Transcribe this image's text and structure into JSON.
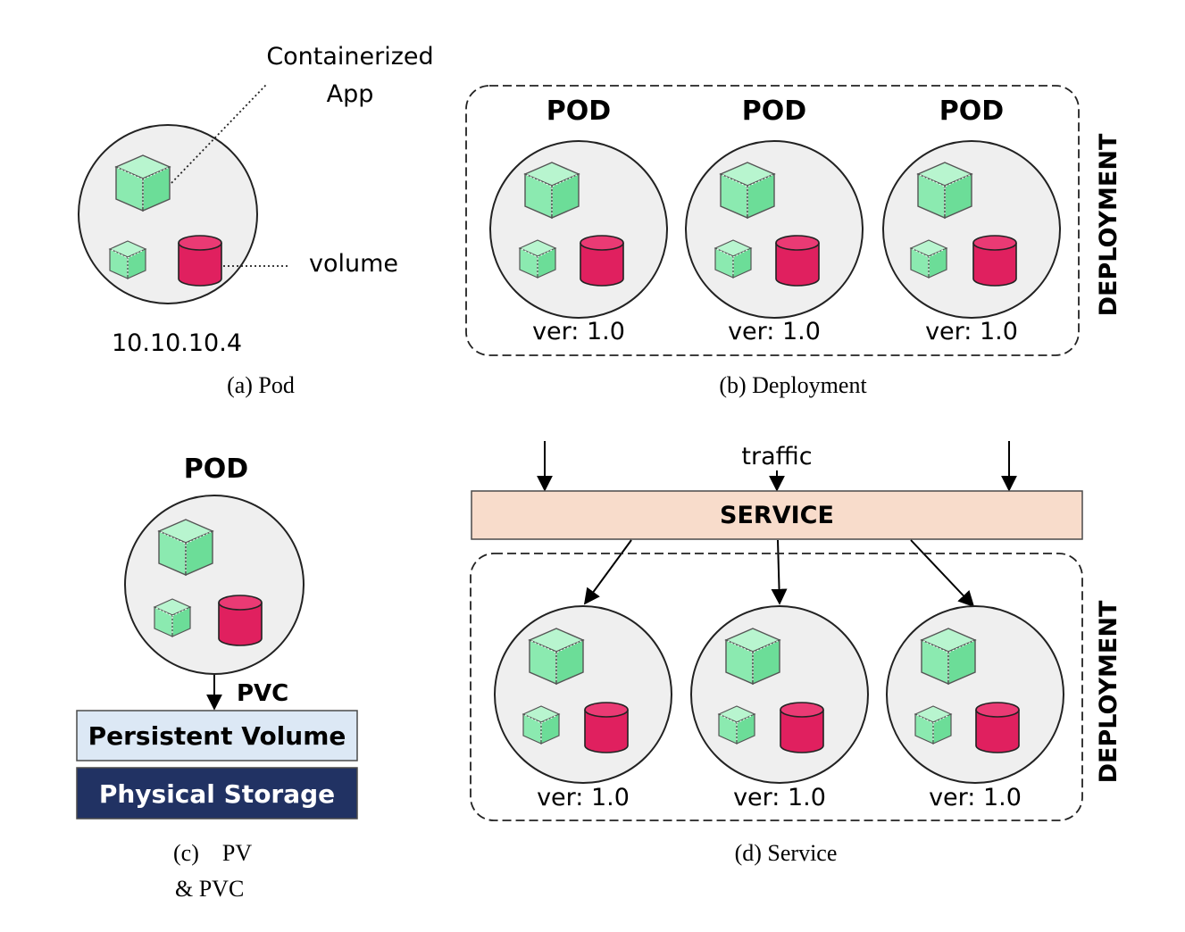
{
  "panel_a": {
    "annotation_app_line1": "Containerized",
    "annotation_app_line2": "App",
    "annotation_volume": "volume",
    "ip": "10.10.10.4",
    "caption": "(a) Pod"
  },
  "panel_b": {
    "pod_labels": [
      "POD",
      "POD",
      "POD"
    ],
    "versions": [
      "ver: 1.0",
      "ver: 1.0",
      "ver: 1.0"
    ],
    "group_label": "DEPLOYMENT",
    "caption": "(b) Deployment"
  },
  "panel_c": {
    "pod_label": "POD",
    "pvc_label": "PVC",
    "persistent_volume": "Persistent Volume",
    "physical_storage": "Physical Storage",
    "caption_line1": "(c)    PV",
    "caption_line2": "& PVC"
  },
  "panel_d": {
    "traffic_label": "traffic",
    "service_label": "SERVICE",
    "versions": [
      "ver: 1.0",
      "ver: 1.0",
      "ver: 1.0"
    ],
    "group_label": "DEPLOYMENT",
    "caption": "(d) Service"
  },
  "colors": {
    "pod_fill": "#efefef",
    "cube_green": "#7fe8a6",
    "cylinder_red": "#e0205f",
    "service_fill": "#f8dccb",
    "persistent_volume_fill": "#dce8f5",
    "physical_storage_fill": "#213263"
  }
}
